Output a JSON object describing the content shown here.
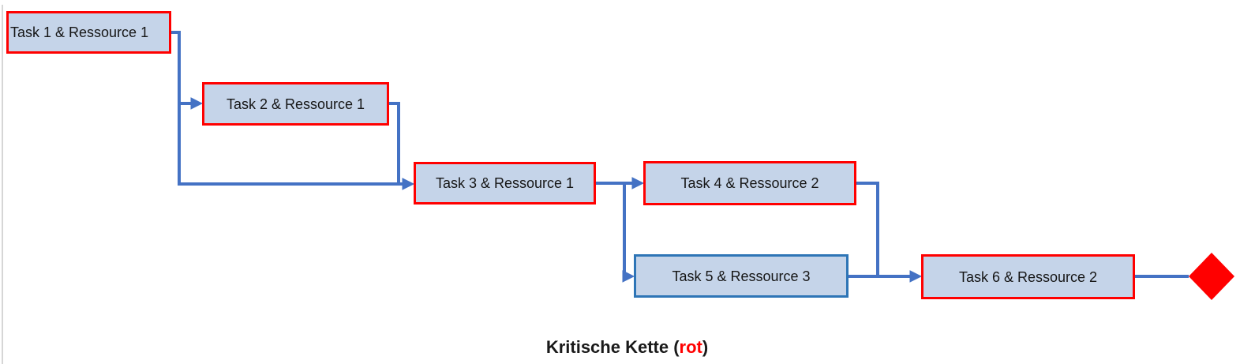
{
  "diagram": {
    "nodes": [
      {
        "id": 1,
        "label": "Task 1 & Ressource 1",
        "border": "red"
      },
      {
        "id": 2,
        "label": "Task 2 & Ressource 1",
        "border": "red"
      },
      {
        "id": 3,
        "label": "Task 3 & Ressource 1",
        "border": "red"
      },
      {
        "id": 4,
        "label": "Task 4 & Ressource 2",
        "border": "red"
      },
      {
        "id": 5,
        "label": "Task 5 & Ressource 3",
        "border": "blue"
      },
      {
        "id": 6,
        "label": "Task 6 & Ressource 2",
        "border": "red"
      }
    ],
    "edges": [
      {
        "from": 1,
        "to": 2
      },
      {
        "from": 1,
        "to": 3
      },
      {
        "from": 2,
        "to": 3
      },
      {
        "from": 3,
        "to": 4
      },
      {
        "from": 3,
        "to": 5
      },
      {
        "from": 4,
        "to": 6
      },
      {
        "from": 5,
        "to": 6
      },
      {
        "from": 6,
        "to": "milestone"
      }
    ],
    "caption": {
      "prefix": "Kritische Kette (",
      "highlight": "rot",
      "suffix": ")"
    },
    "colors": {
      "node_fill": "#C5D4E9",
      "critical": "#FF0000",
      "alternate": "#2E75B6",
      "connector": "#4472C4",
      "milestone": "#FF0000",
      "edge_line_gray": "#C9C9C9"
    }
  }
}
